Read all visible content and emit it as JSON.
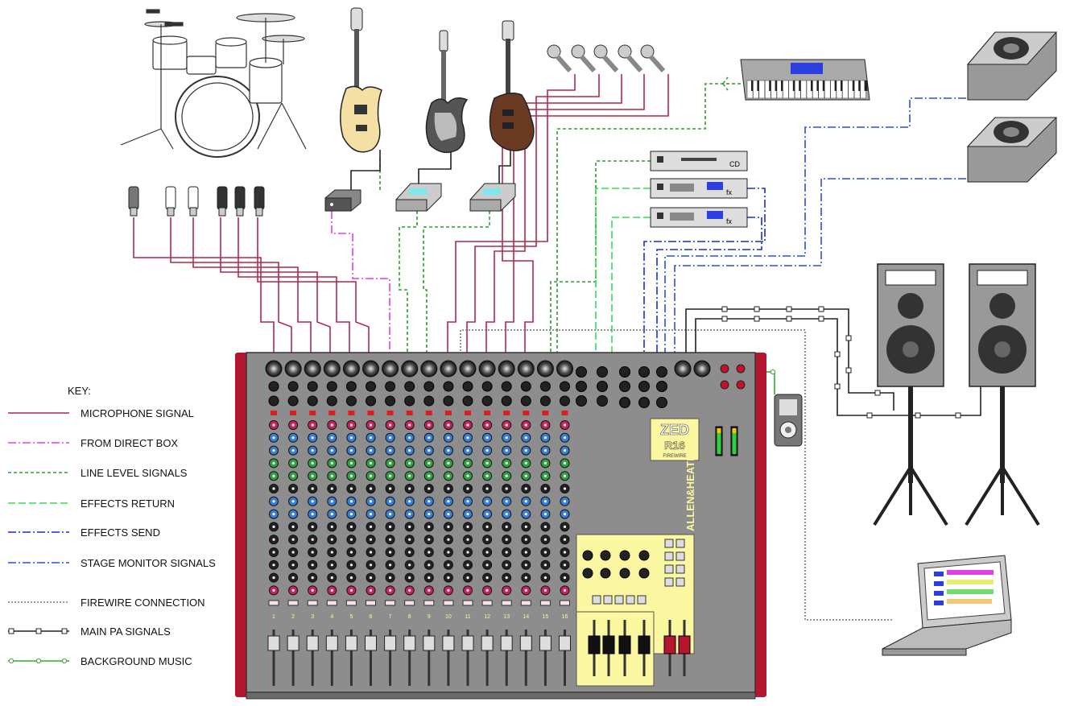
{
  "key": {
    "title": "KEY:",
    "items": [
      {
        "label": "MICROPHONE SIGNAL",
        "color": "#b0284a",
        "style": "solid",
        "icon": "line-solid"
      },
      {
        "label": "FROM DIRECT BOX",
        "color": "#e040e0",
        "style": "dash-dot",
        "icon": "line-dash-dot"
      },
      {
        "label": "LINE LEVEL SIGNALS",
        "color": "#2e9e2e",
        "style": "dashed",
        "icon": "line-dashed"
      },
      {
        "label": "EFFECTS RETURN",
        "color": "#33dd55",
        "style": "long-dash",
        "icon": "line-long-dash"
      },
      {
        "label": "EFFECTS SEND",
        "color": "#1a2fcc",
        "style": "dash-dot",
        "icon": "line-dash-dot"
      },
      {
        "label": "STAGE MONITOR SIGNALS",
        "color": "#2a4fd8",
        "style": "dash-dot",
        "icon": "line-dash-dot"
      },
      {
        "label": "FIREWIRE CONNECTION",
        "color": "#777777",
        "style": "dotted",
        "icon": "line-dotted"
      },
      {
        "label": "MAIN  PA SIGNALS",
        "color": "#222222",
        "style": "square-markers",
        "icon": "line-square-markers"
      },
      {
        "label": "BACKGROUND MUSIC",
        "color": "#39a839",
        "style": "circle-markers",
        "icon": "line-circle-markers"
      }
    ]
  },
  "mixer": {
    "brand": "ALLEN&HEATH",
    "model_top": "ZED",
    "model_bottom": "R16",
    "model_sub": "FIREWIRE",
    "channel_numbers": [
      "1",
      "2",
      "3",
      "4",
      "5",
      "6",
      "7",
      "8",
      "9",
      "10",
      "11",
      "12",
      "13",
      "14",
      "15",
      "16"
    ],
    "panel_color": "#8d8d8d",
    "side_color": "#b3162e",
    "control_panel_color": "#fbf6a0"
  },
  "devices": {
    "cd_label": "CD",
    "fx_label": "fx",
    "drum_kit_icon": "drum-kit-icon",
    "bass_guitar_icon": "bass-guitar-icon",
    "electric_guitar_icon": "electric-guitar-icon",
    "les_paul_guitar_icon": "les-paul-guitar-icon",
    "vocal_mic_icon": "vocal-mic-icon",
    "keyboard_icon": "keyboard-icon",
    "monitor_wedge_icon": "monitor-wedge-icon",
    "pa_speaker_icon": "pa-speaker-icon",
    "laptop_icon": "laptop-icon",
    "mp3_player_icon": "mp3-player-icon",
    "direct_box_icon": "direct-box-icon",
    "pedal_icon": "effects-pedal-icon"
  }
}
